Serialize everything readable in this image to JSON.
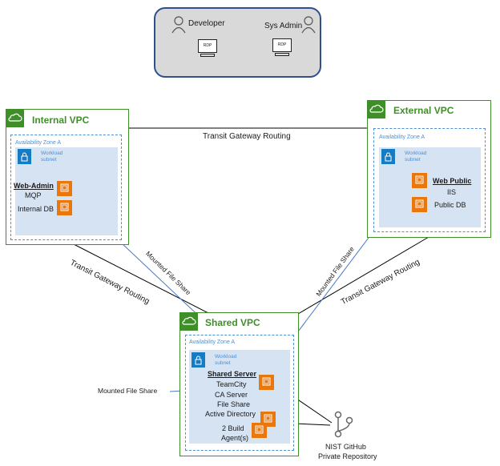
{
  "users": {
    "developer": {
      "name": "Developer",
      "badge": "RDP"
    },
    "sysadmin": {
      "name": "Sys Admin",
      "badge": "RDP"
    }
  },
  "internal_vpc": {
    "title": "Internal VPC",
    "az_label": "Availability Zone A",
    "subnet_label_1": "Workload",
    "subnet_label_2": "subnet",
    "server_name": "Web-Admin",
    "items": [
      "MQP",
      "Internal DB"
    ]
  },
  "external_vpc": {
    "title": "External VPC",
    "az_label": "Availability Zone A",
    "subnet_label_1": "Workload",
    "subnet_label_2": "subnet",
    "server_name": "Web Public",
    "items": [
      "IIS",
      "Public DB"
    ]
  },
  "shared_vpc": {
    "title": "Shared VPC",
    "az_label": "Availability Zone A",
    "subnet_label_1": "Workload",
    "subnet_label_2": "subnet",
    "server_name": "Shared Server",
    "items": [
      "TeamCity",
      "CA Server",
      "File Share",
      "Active Directory"
    ],
    "build_agents_line1": "2 Build",
    "build_agents_line2": "Agent(s)"
  },
  "connections": {
    "transit_top": "Transit Gateway Routing",
    "transit_left": "Transit Gateway Routing",
    "transit_right": "Transit Gateway Routing",
    "mount_left": "Mounted File Share",
    "mount_right": "Mounted File Share",
    "mount_external": "Mounted File Share"
  },
  "repo": {
    "line1": "NIST GitHub",
    "line2": "Private Repository"
  },
  "colors": {
    "vpc_green": "#3f8f29",
    "az_blue": "#4f8fd0",
    "subnet_fill": "#d6e3f3",
    "lock_blue": "#157bc2",
    "ec2_orange": "#e9770c",
    "users_border": "#2f4f8f",
    "users_fill": "#d9d9d9"
  }
}
